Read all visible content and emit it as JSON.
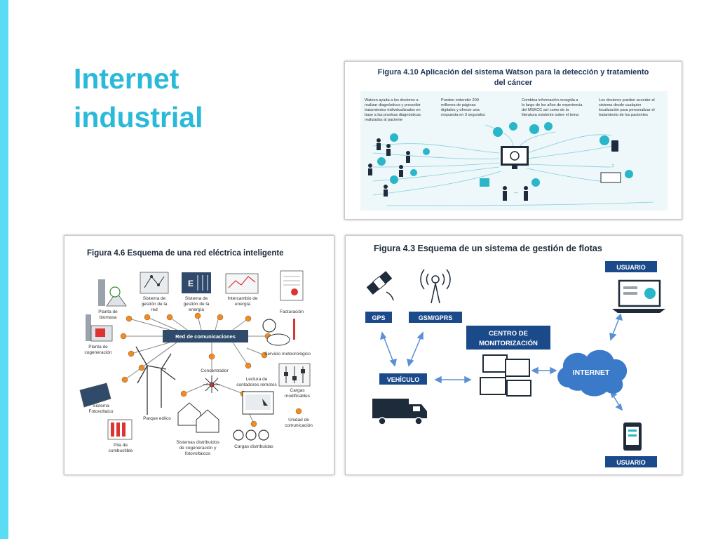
{
  "slide": {
    "title_line1": "Internet",
    "title_line2": "industrial",
    "accent_color": "#5bdcf5",
    "title_color": "#2ab9d8"
  },
  "watson": {
    "title_line1": "Figura 4.10  Aplicación del sistema Watson para la detección y tratamiento",
    "title_line2": "del cáncer",
    "col1": [
      "Watson ayuda a los doctores a",
      "realizar diagnósticos y prescribir",
      "tratamientos individualizados en",
      "base a las pruebas diagnósticas",
      "realizadas al paciente"
    ],
    "col2": [
      "Pueden entender 200",
      "millones de páginas",
      "digitales y ofrecer una",
      "respuesta en 3 segundos"
    ],
    "col3": [
      "Combina información recogida a",
      "lo largo de los años de experiencia",
      "del MSKCC así como de la",
      "literatura existente sobre el tema"
    ],
    "col4": [
      "Los doctores pueden acceder al",
      "sistema desde cualquier",
      "localización para personalizar el",
      "tratamiento de los pacientes"
    ],
    "accent_color": "#29b6c8"
  },
  "grid": {
    "title": "Figura 4.6  Esquema de una red eléctrica inteligente",
    "hub": "Red de comunicaciones",
    "labels": {
      "planta_biomasa": [
        "Planta de",
        "biomasa"
      ],
      "gestion_red": [
        "Sistema de",
        "gestión de la",
        "red"
      ],
      "gestion_energia": [
        "Sistema de",
        "gestión de la",
        "energía"
      ],
      "intercambio": [
        "Intercambio de",
        "energía"
      ],
      "facturacion": [
        "Facturación"
      ],
      "cogeneracion": [
        "Planta de",
        "cogeneración"
      ],
      "meteorologico": [
        "Servicio meteorológico"
      ],
      "concentrador": [
        "Concentrador"
      ],
      "lectura": [
        "Lectura de",
        "contadores remotos"
      ],
      "cargas_mod": [
        "Cargas",
        "modificables"
      ],
      "fotovoltaico": [
        "Sistema",
        "Fotovoltaico"
      ],
      "eolico": [
        "Parque eólico"
      ],
      "unidad": [
        "Unidad de",
        "comunicación"
      ],
      "pila": [
        "Pila de",
        "combustible"
      ],
      "distribuidos": [
        "Sistemas distribuidos",
        "de cogeneración y",
        "fotovoltaicos"
      ],
      "cargas_dist": [
        "Cargas distribuidas"
      ]
    },
    "node_color": "#f08a24",
    "hub_color": "#2f4a6b"
  },
  "fleet": {
    "title": "Figura 4.3  Esquema de un sistema de gestión de flotas",
    "gps": "GPS",
    "gsm": "GSM/GPRS",
    "centro_line1": "CENTRO DE",
    "centro_line2": "MONITORIZACIÓN",
    "vehiculo": "VEHÍCULO",
    "internet": "INTERNET",
    "usuario_top": "USUARIO",
    "usuario_bottom": "USUARIO",
    "label_color": "#1b4a8a",
    "arrow_color": "#5b8fd6"
  }
}
